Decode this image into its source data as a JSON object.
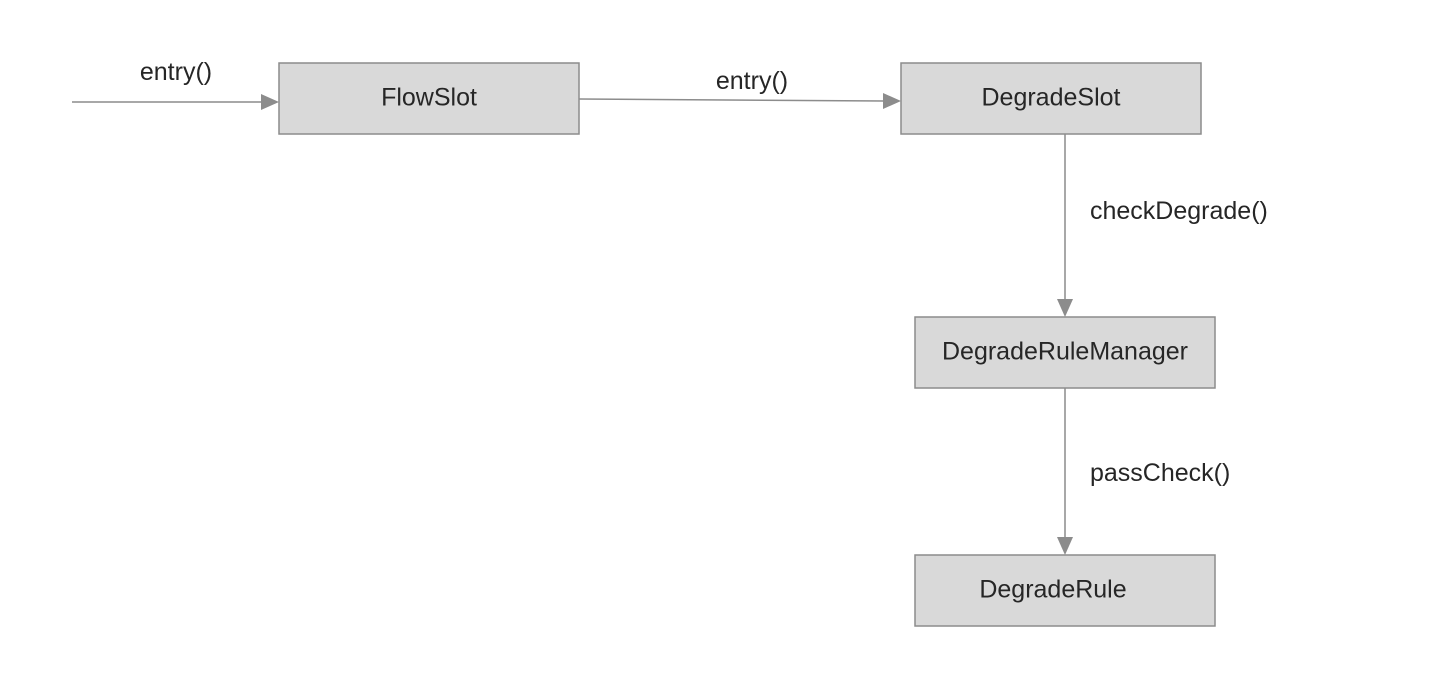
{
  "diagram": {
    "nodes": {
      "flow_slot": "FlowSlot",
      "degrade_slot": "DegradeSlot",
      "degrade_rule_manager": "DegradeRuleManager",
      "degrade_rule": "DegradeRule"
    },
    "edges": {
      "incoming_entry": "entry()",
      "flow_to_degrade": "entry()",
      "check_degrade": "checkDegrade()",
      "pass_check": "passCheck()"
    },
    "colors": {
      "node_fill": "#d9d9d9",
      "node_stroke": "#8c8c8c",
      "edge": "#8c8c8c",
      "text": "#262626"
    }
  }
}
